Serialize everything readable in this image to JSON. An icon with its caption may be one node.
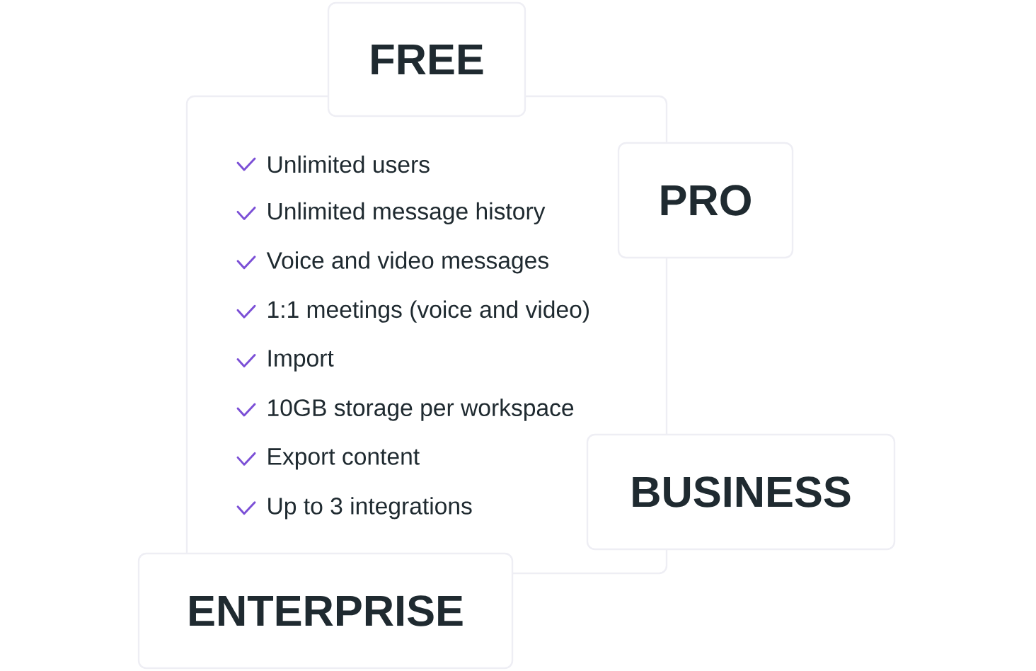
{
  "diagram": {
    "nodes": [
      {
        "text": [
          "FREE"
        ]
      },
      {
        "text": [
          "Unlimited users",
          "Unlimited message history",
          "Voice and video messages",
          "1:1 meetings (voice and video)",
          "Import",
          "10GB storage per workspace",
          "Export content",
          "Up to 3 integrations"
        ]
      },
      {
        "text": [
          "PRO"
        ]
      },
      {
        "text": [
          "BUSINESS"
        ]
      },
      {
        "text": [
          "ENTERPRISE"
        ]
      }
    ]
  }
}
